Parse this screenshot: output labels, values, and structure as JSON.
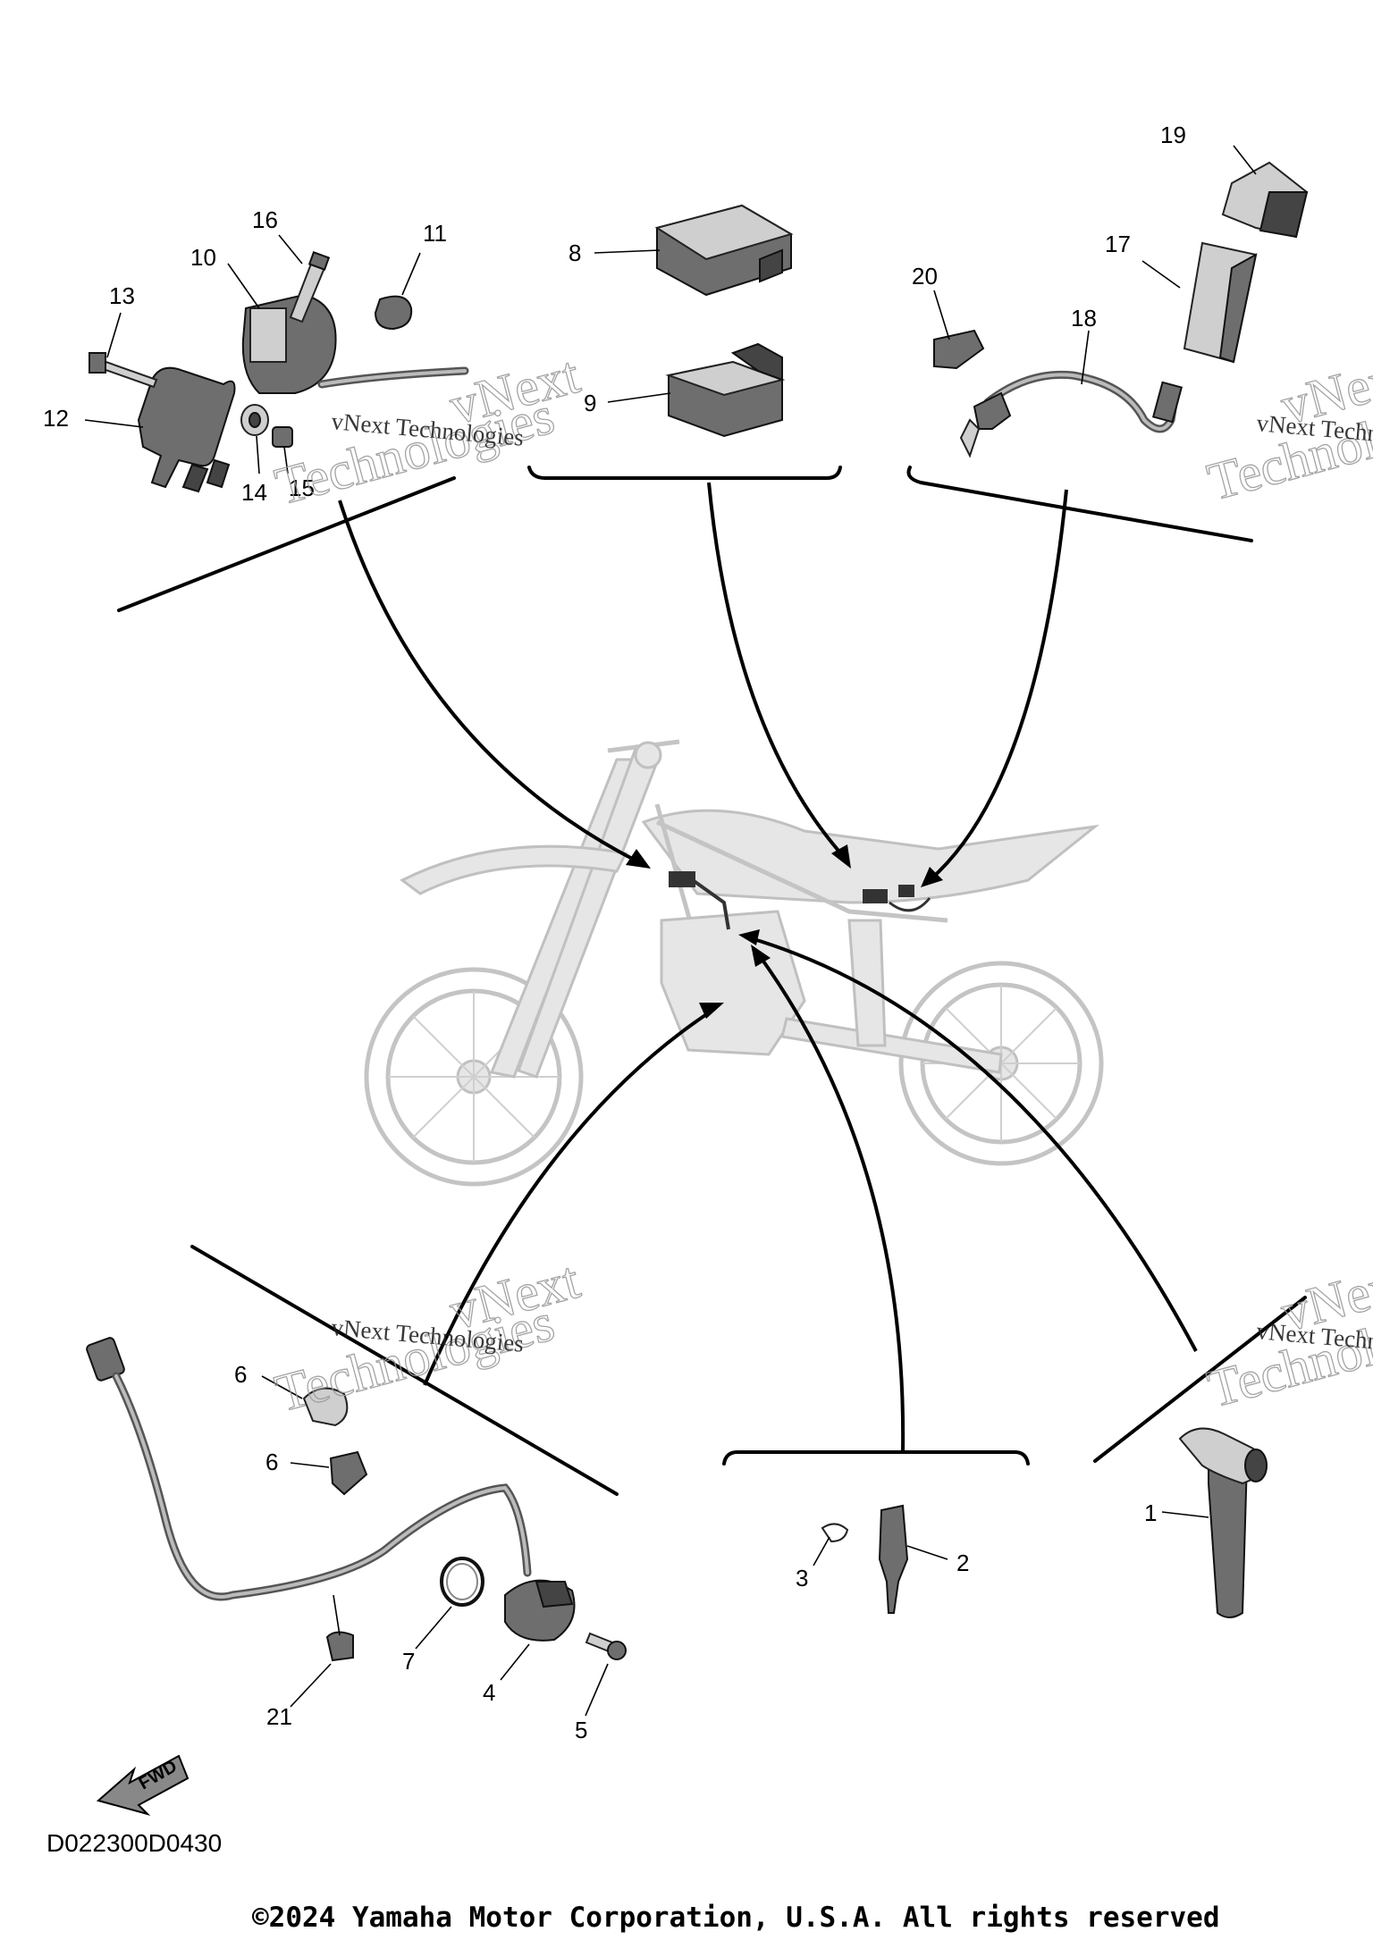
{
  "callouts": {
    "c1": "1",
    "c2": "2",
    "c3": "3",
    "c4": "4",
    "c5": "5",
    "c6a": "6",
    "c6b": "6",
    "c7": "7",
    "c8": "8",
    "c9": "9",
    "c10": "10",
    "c11": "11",
    "c12": "12",
    "c13": "13",
    "c14": "14",
    "c15": "15",
    "c16": "16",
    "c17": "17",
    "c18": "18",
    "c19": "19",
    "c20": "20",
    "c21": "21"
  },
  "watermark": {
    "small": "vNext Technologies",
    "line1": "vNext",
    "line2": "Technologies"
  },
  "fwd_label": "FWD",
  "diagram_code": "D022300D0430",
  "copyright": "©2024 Yamaha Motor Corporation, U.S.A. All rights reserved"
}
